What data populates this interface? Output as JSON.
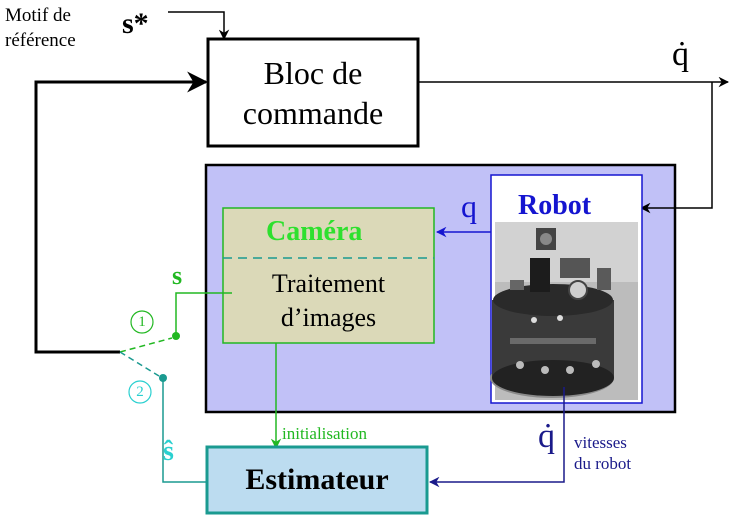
{
  "reference": {
    "motif_line1": "Motif de",
    "motif_line2": "référence",
    "s_star": "s*"
  },
  "command_block": {
    "line1": "Bloc de",
    "line2": "commande"
  },
  "output_label": "q̇",
  "robot": {
    "title": "Robot",
    "q_label": "q"
  },
  "camera": {
    "title": "Caméra",
    "line1": "Traitement",
    "line2": "d’images"
  },
  "s_label": "s",
  "switch": {
    "pos1": "1",
    "pos2": "2"
  },
  "s_hat_label": "ŝ",
  "init_label": "initialisation",
  "estimator": {
    "label": "Estimateur"
  },
  "robot_speed": {
    "symbol": "q̇",
    "line1": "vitesses",
    "line2": "du robot"
  },
  "colors": {
    "black": "#000000",
    "purple_panel": "#c1c1f7",
    "camera_fill": "#dbd9b8",
    "green": "#22b822",
    "teal": "#1a9a90",
    "cyan": "#2ad0d0",
    "blue": "#1515d0",
    "navy": "#1a1a8a",
    "estimator_fill": "#bcdcf0"
  }
}
